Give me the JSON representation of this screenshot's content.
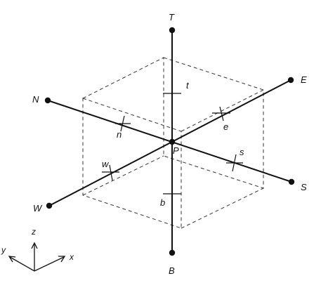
{
  "nodes": {
    "center": "P",
    "top": "T",
    "bottom": "B",
    "north": "N",
    "south": "S",
    "east": "E",
    "west": "W"
  },
  "faces": {
    "t": "t",
    "b": "b",
    "n": "n",
    "s": "s",
    "e": "e",
    "w": "w"
  },
  "axes": {
    "z": "z",
    "y": "y",
    "x": "x"
  }
}
